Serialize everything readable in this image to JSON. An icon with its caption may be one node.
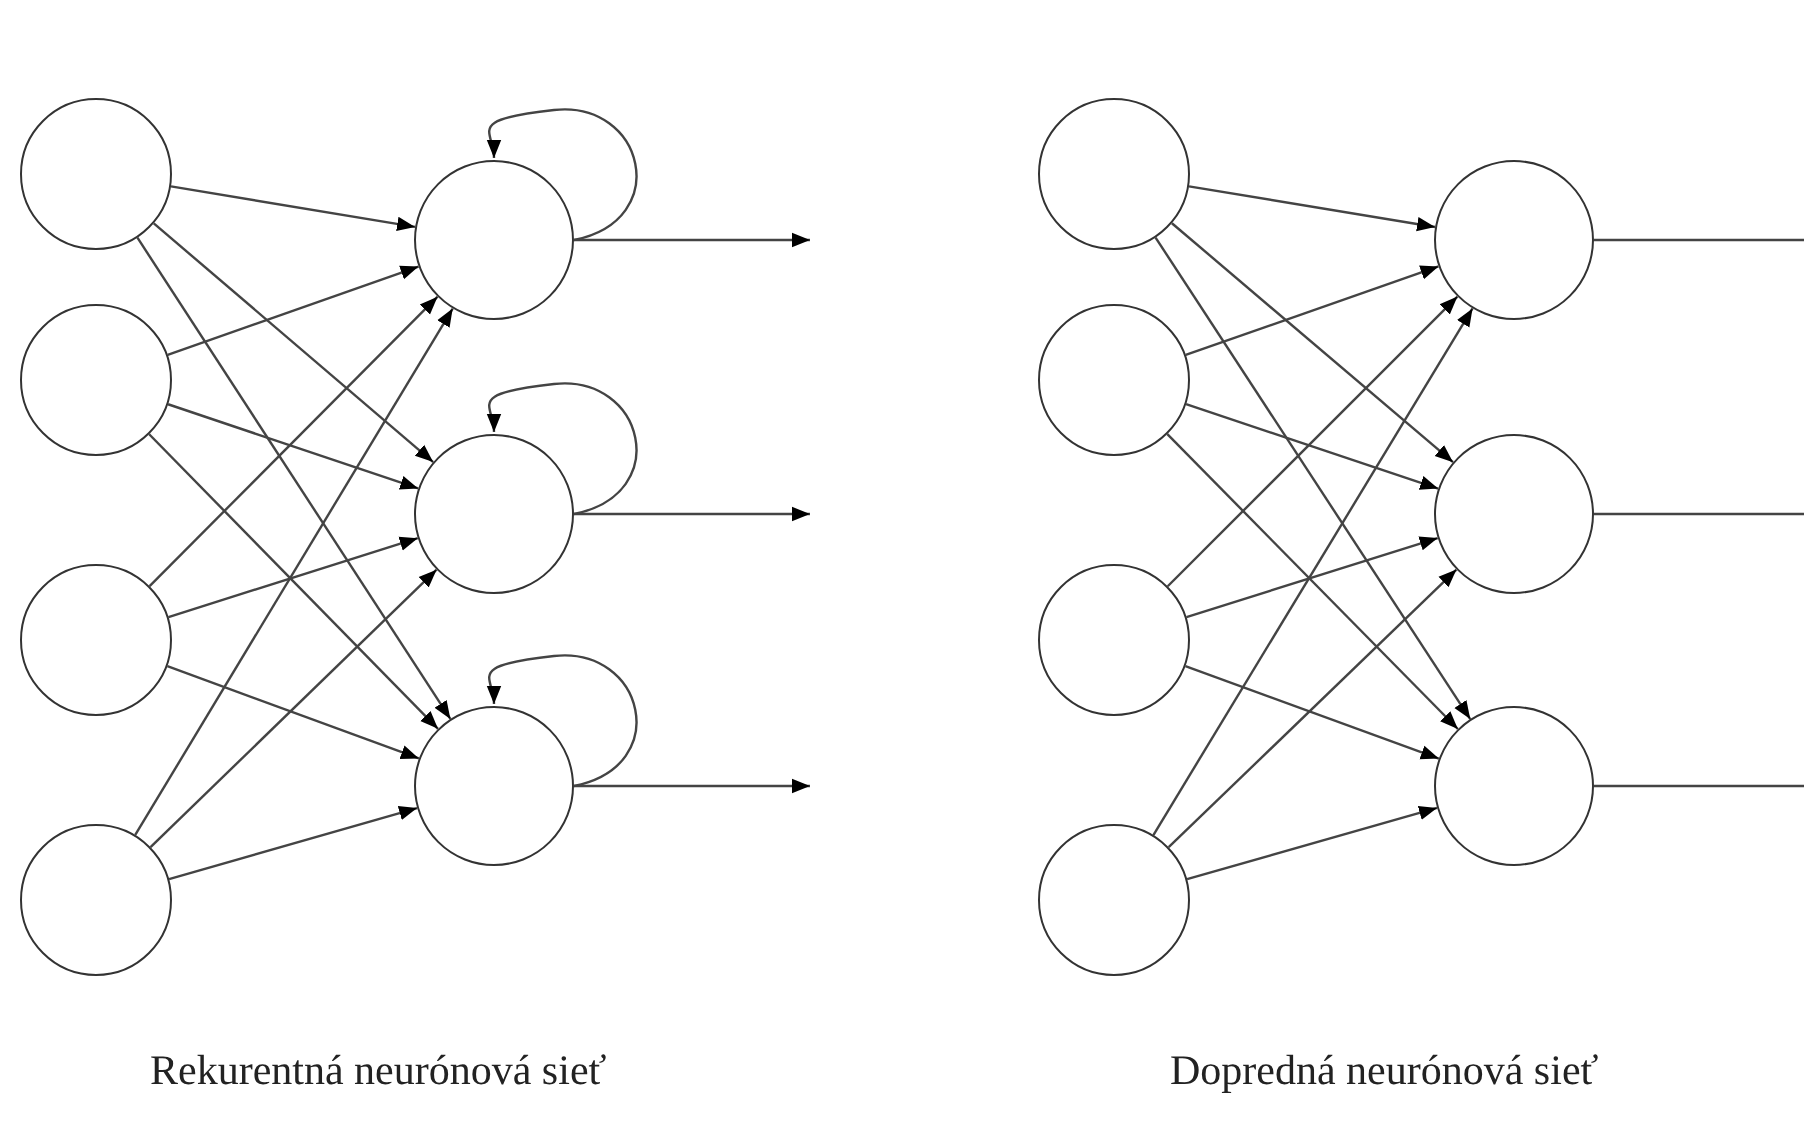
{
  "diagram": {
    "nodes": [
      {
        "text": [],
        "shape": "circle"
      },
      {
        "text": [],
        "shape": "circle"
      },
      {
        "text": [],
        "shape": "circle"
      },
      {
        "text": [],
        "shape": "circle"
      },
      {
        "text": [],
        "shape": "circle"
      },
      {
        "text": [],
        "shape": "circle"
      },
      {
        "text": [],
        "shape": "circle"
      },
      {
        "text": [],
        "shape": "circle"
      },
      {
        "text": [],
        "shape": "circle"
      },
      {
        "text": [],
        "shape": "circle"
      },
      {
        "text": [],
        "shape": "circle"
      },
      {
        "text": [],
        "shape": "circle"
      },
      {
        "text": [],
        "shape": "circle"
      },
      {
        "text": [],
        "shape": "circle"
      }
    ],
    "edges": [
      {
        "from": 0,
        "to": 4,
        "arrow": "to"
      },
      {
        "from": 0,
        "to": 5,
        "arrow": "to"
      },
      {
        "from": 0,
        "to": 6,
        "arrow": "to"
      },
      {
        "from": 1,
        "to": 4,
        "arrow": "to"
      },
      {
        "from": 1,
        "to": 5,
        "arrow": "to"
      },
      {
        "from": 1,
        "to": 6,
        "arrow": "to"
      },
      {
        "from": 2,
        "to": 4,
        "arrow": "to"
      },
      {
        "from": 2,
        "to": 5,
        "arrow": "to"
      },
      {
        "from": 2,
        "to": 6,
        "arrow": "to"
      },
      {
        "from": 3,
        "to": 4,
        "arrow": "to"
      },
      {
        "from": 3,
        "to": 5,
        "arrow": "to"
      },
      {
        "from": 3,
        "to": 6,
        "arrow": "to"
      },
      {
        "from": 4,
        "to": 4,
        "arrow": "to"
      },
      {
        "from": 5,
        "to": 5,
        "arrow": "to"
      },
      {
        "from": 6,
        "to": 6,
        "arrow": "to"
      },
      {
        "from": 4,
        "to": null,
        "arrow": "to"
      },
      {
        "from": 5,
        "to": null,
        "arrow": "to"
      },
      {
        "from": 6,
        "to": null,
        "arrow": "to"
      },
      {
        "from": 7,
        "to": 11,
        "arrow": "to"
      },
      {
        "from": 7,
        "to": 12,
        "arrow": "to"
      },
      {
        "from": 7,
        "to": 13,
        "arrow": "to"
      },
      {
        "from": 8,
        "to": 11,
        "arrow": "to"
      },
      {
        "from": 8,
        "to": 12,
        "arrow": "to"
      },
      {
        "from": 8,
        "to": 13,
        "arrow": "to"
      },
      {
        "from": 9,
        "to": 11,
        "arrow": "to"
      },
      {
        "from": 9,
        "to": 12,
        "arrow": "to"
      },
      {
        "from": 9,
        "to": 13,
        "arrow": "to"
      },
      {
        "from": 10,
        "to": 11,
        "arrow": "to"
      },
      {
        "from": 10,
        "to": 12,
        "arrow": "to"
      },
      {
        "from": 10,
        "to": 13,
        "arrow": "to"
      },
      {
        "from": 11,
        "to": null,
        "arrow": "none"
      },
      {
        "from": 12,
        "to": null,
        "arrow": "none"
      },
      {
        "from": 13,
        "to": null,
        "arrow": "none"
      }
    ],
    "labels": [
      "Rekurentná neurónová sieť",
      "Dopredná neurónová sieť"
    ]
  }
}
